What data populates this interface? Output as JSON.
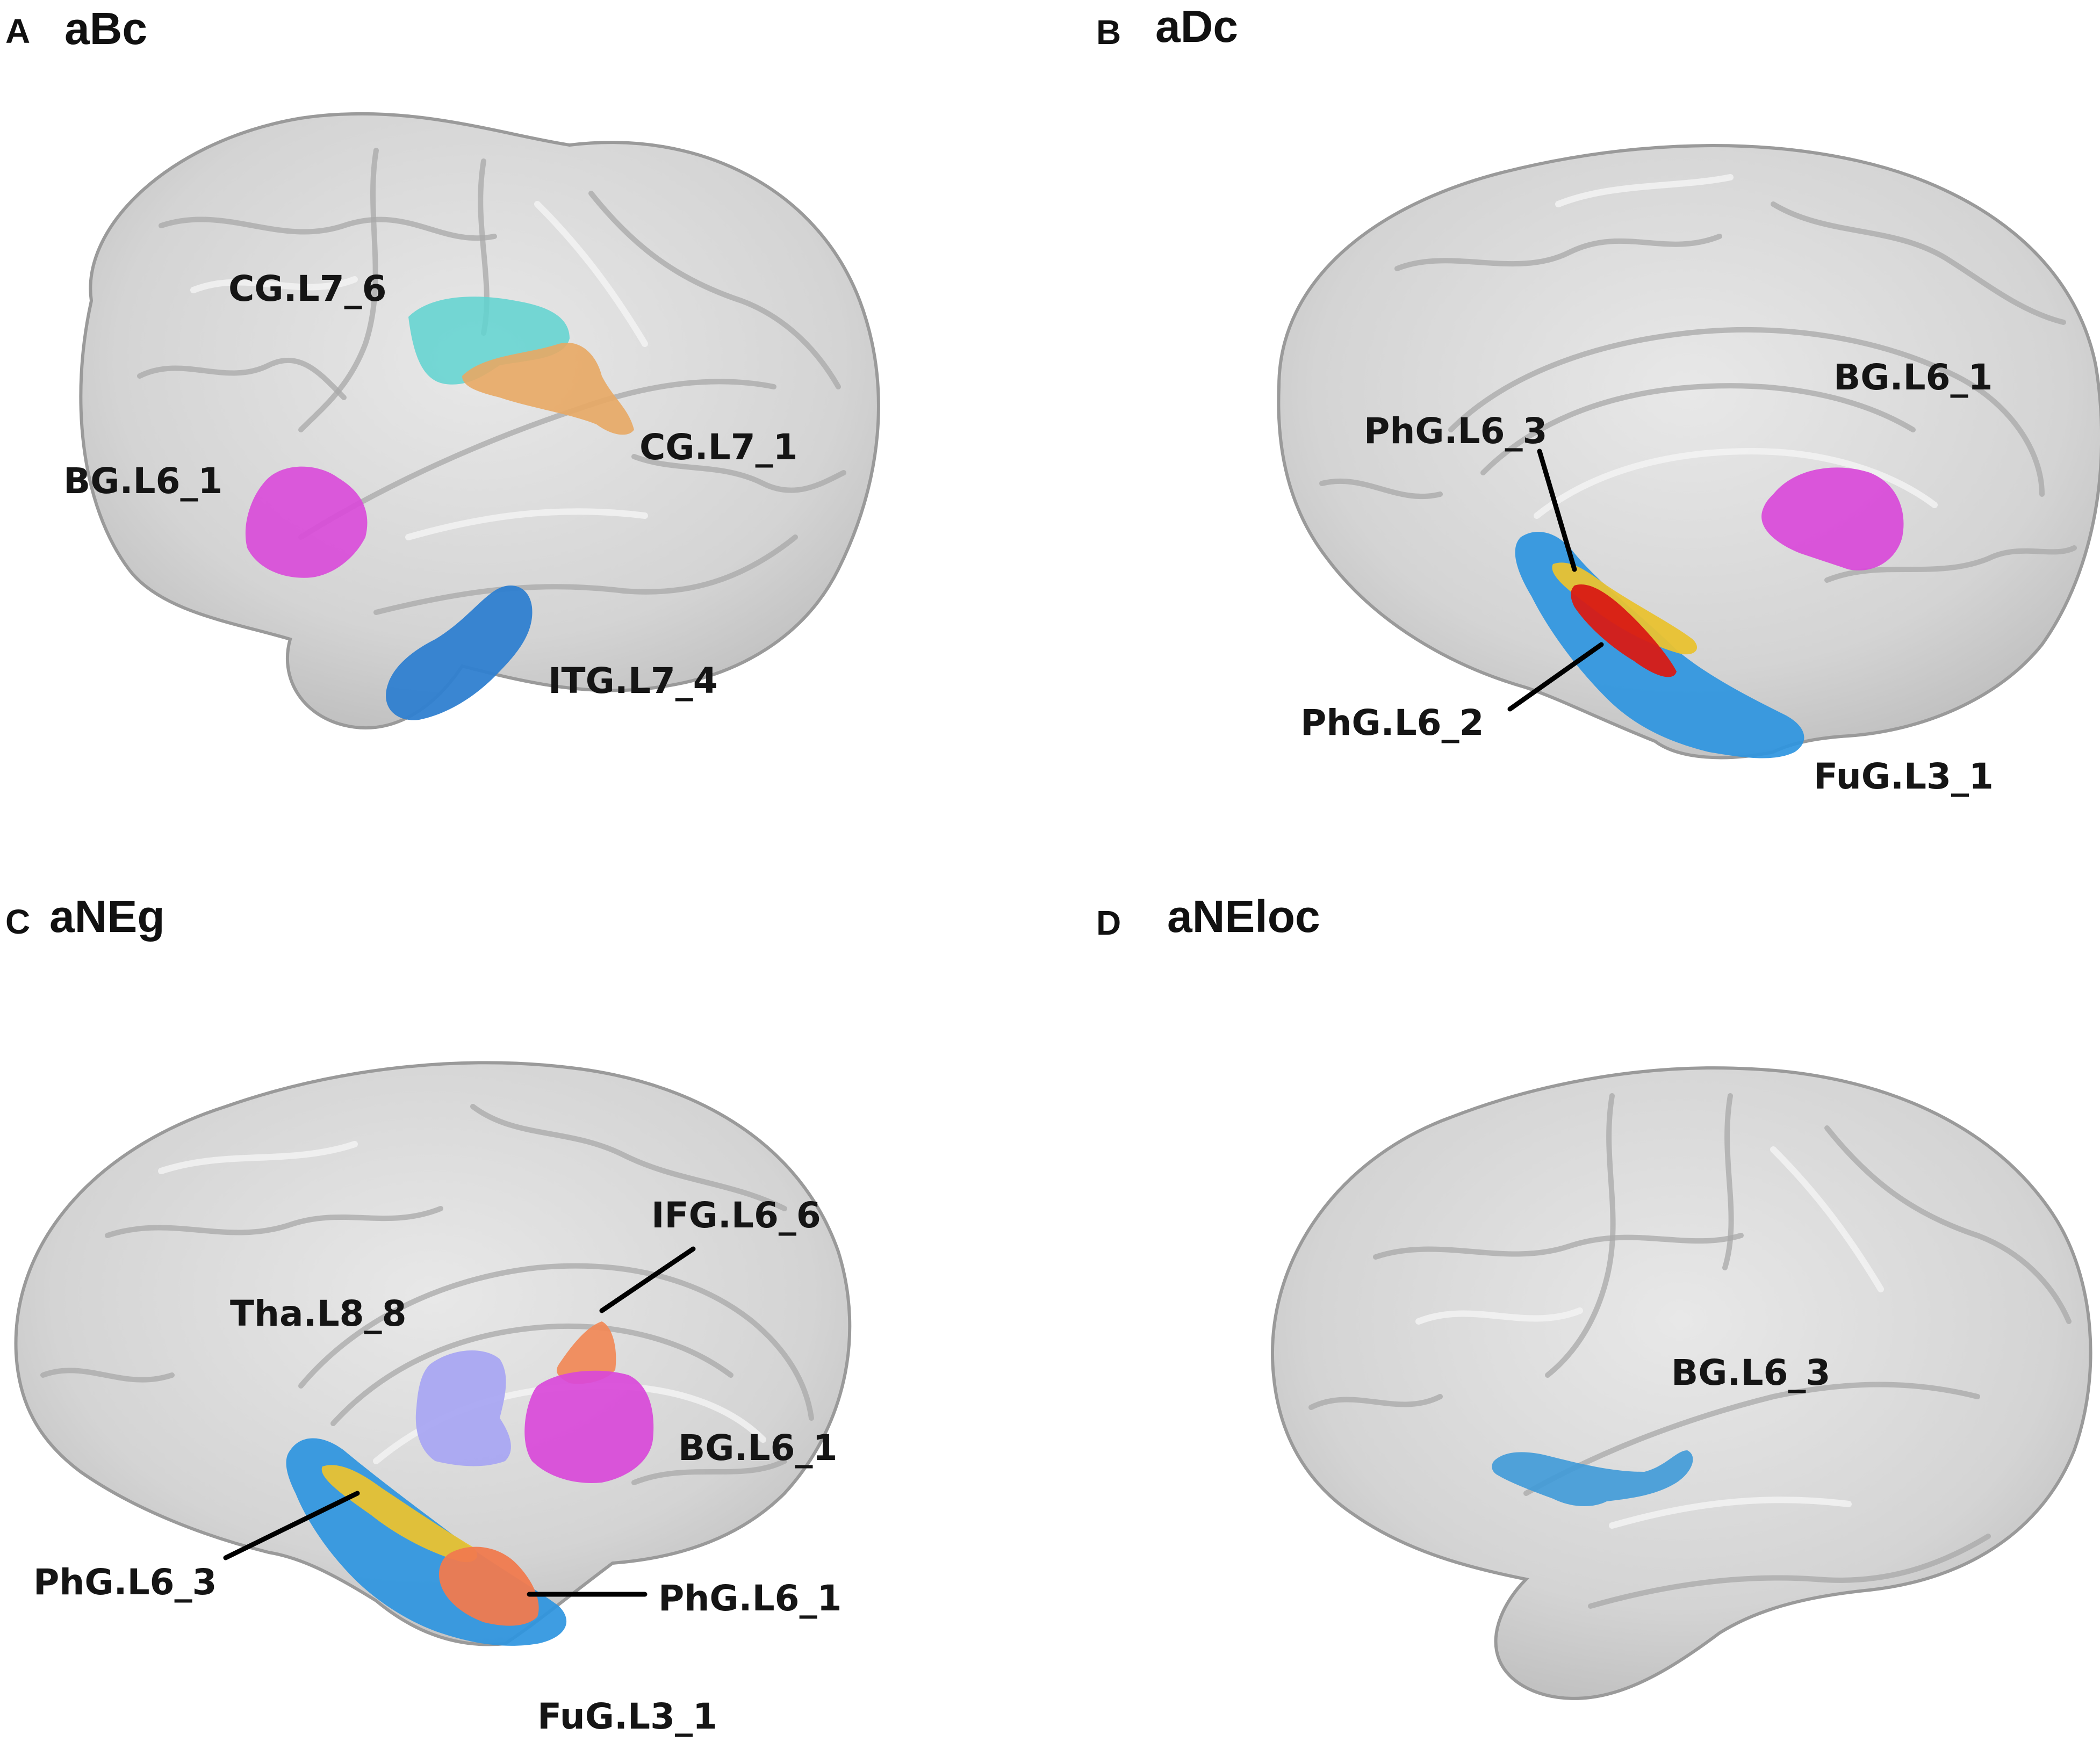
{
  "panels": [
    {
      "letter": "A",
      "title": "aBc",
      "regions": [
        {
          "label": "CG.L7_6",
          "color": "#5fd3d0"
        },
        {
          "label": "CG.L7_1",
          "color": "#e8a964"
        },
        {
          "label": "BG.L6_1",
          "color": "#d949d9"
        },
        {
          "label": "ITG.L7_4",
          "color": "#2f7fd0"
        }
      ]
    },
    {
      "letter": "B",
      "title": "aDc",
      "regions": [
        {
          "label": "BG.L6_1",
          "color": "#d949d9"
        },
        {
          "label": "PhG.L6_3",
          "color": "#e9c230"
        },
        {
          "label": "PhG.L6_2",
          "color": "#d81a14"
        },
        {
          "label": "FuG.L3_1",
          "color": "#2e95e0"
        }
      ]
    },
    {
      "letter": "C",
      "title": "aNEg",
      "regions": [
        {
          "label": "IFG.L6_6",
          "color": "#f08a5a"
        },
        {
          "label": "Tha.L8_8",
          "color": "#a9a6f2"
        },
        {
          "label": "BG.L6_1",
          "color": "#d949d9"
        },
        {
          "label": "PhG.L6_3",
          "color": "#e9c230"
        },
        {
          "label": "PhG.L6_1",
          "color": "#f07a4e"
        },
        {
          "label": "FuG.L3_1",
          "color": "#2e95e0"
        }
      ]
    },
    {
      "letter": "D",
      "title": "aNEloc",
      "regions": [
        {
          "label": "BG.L6_3",
          "color": "#3f9ad8"
        }
      ]
    }
  ],
  "style": {
    "brain_color": "#d9d9d9",
    "text_color": "#111111"
  }
}
